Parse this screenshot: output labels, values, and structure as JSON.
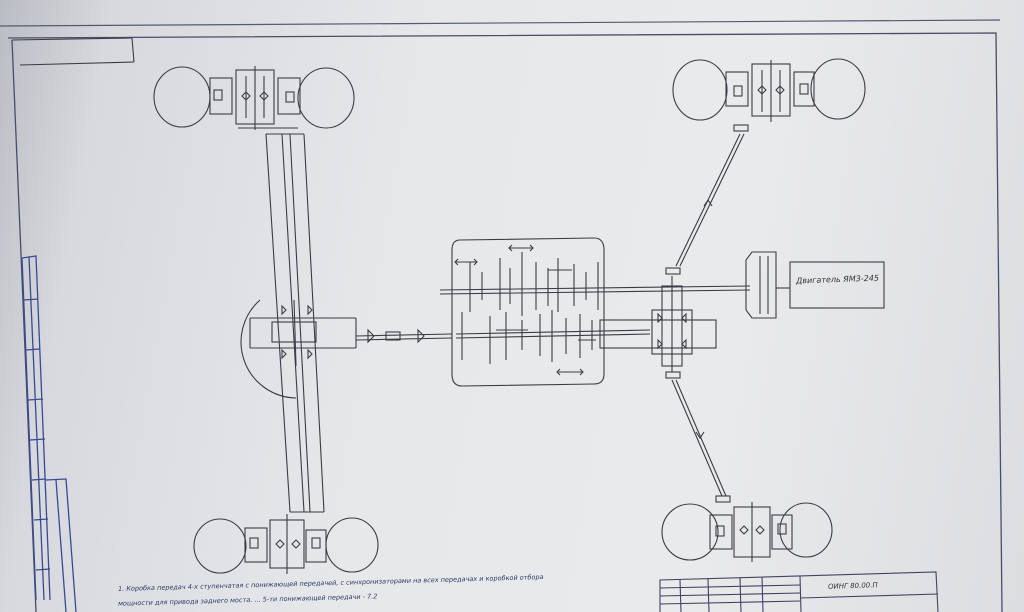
{
  "drawing": {
    "engine_label": "Двигатель ЯМЗ-245",
    "doc_code": "ОИНГ 80.00.П",
    "notes": [
      "1. Коробка передач 4-х ступенчатая с понижающей передачей, с синхронизаторами на всех передачах и коробкой отбора",
      "мощности для привода заднего моста. ... 5-ти понижающей передачи - 7.2"
    ]
  },
  "colors": {
    "line": "#3c3c44",
    "paper": "#e8e9eb",
    "frame": "#4a4d66",
    "note": "#2a3a66"
  }
}
